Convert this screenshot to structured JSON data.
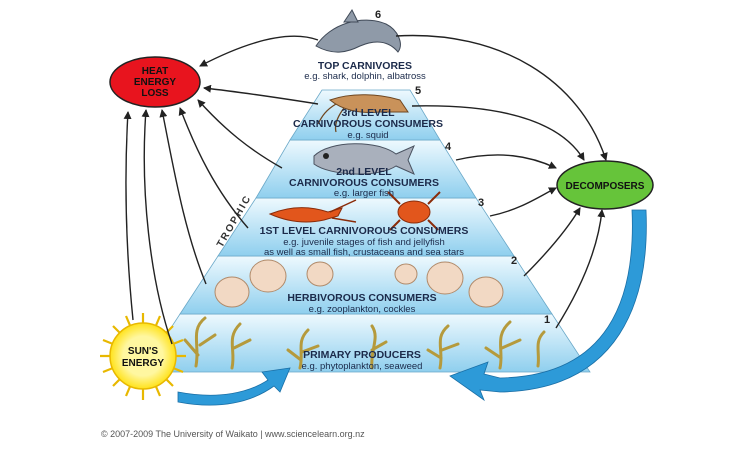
{
  "levels": [
    {
      "number": "1",
      "title": "PRIMARY PRODUCERS",
      "example": "e.g. phytoplankton, seaweed"
    },
    {
      "number": "2",
      "title": "HERBIVOROUS CONSUMERS",
      "example": "e.g. zooplankton, cockles"
    },
    {
      "number": "3",
      "title": "1ST LEVEL CARNIVOROUS CONSUMERS",
      "example": "e.g. juvenile stages of fish and jellyfish",
      "example2": "as well as small fish, crustaceans and sea stars"
    },
    {
      "number": "4",
      "title_line1": "2nd LEVEL",
      "title_line2": "CARNIVOROUS CONSUMERS",
      "example": "e.g. larger fish"
    },
    {
      "number": "5",
      "title_line1": "3rd LEVEL",
      "title_line2": "CARNIVOROUS CONSUMERS",
      "example": "e.g. squid"
    },
    {
      "number": "6",
      "title": "TOP CARNIVORES",
      "example": "e.g. shark, dolphin, albatross"
    }
  ],
  "heat_loss": {
    "line1": "HEAT",
    "line2": "ENERGY",
    "line3": "LOSS",
    "color": "#e8141e"
  },
  "decomposers": {
    "label": "DECOMPOSERS",
    "color": "#66c43a"
  },
  "sun": {
    "line1": "SUN'S",
    "line2": "ENERGY",
    "color": "#ffe21a"
  },
  "side_label": "TROPHIC",
  "copyright": "© 2007-2009 The University of Waikato | www.sciencelearn.org.nz",
  "colors": {
    "pyramid_light": "#eaf7fd",
    "pyramid_dark": "#9cd6ef",
    "arrow_blue": "#2d9ad8",
    "arrow_black": "#222222"
  }
}
